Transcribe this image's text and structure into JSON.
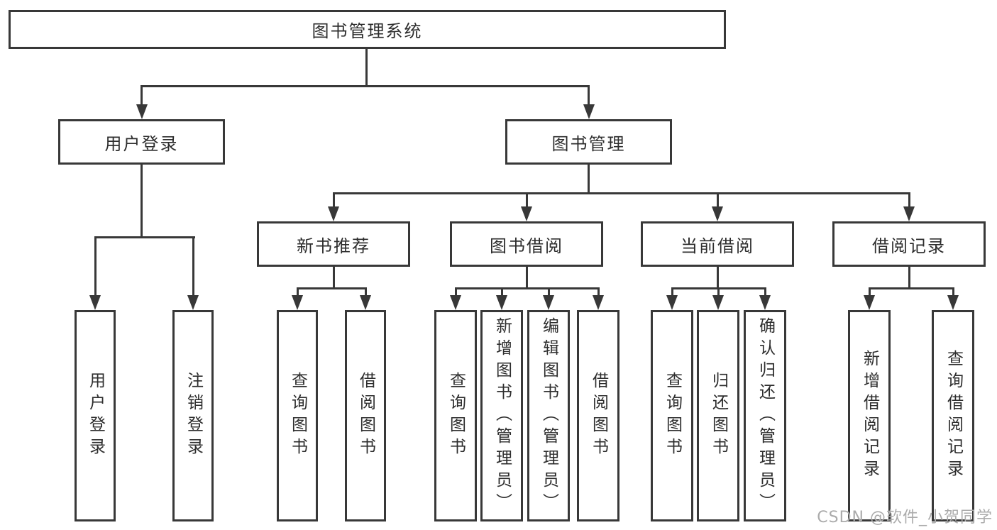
{
  "diagram_type": "hierarchy-tree",
  "colors": {
    "line": "#383838",
    "box_background": "#ffffff",
    "text": "#2d2d2d",
    "watermark": "#ababab"
  },
  "tree": {
    "label": "图书管理系统",
    "children": [
      {
        "label": "用户登录",
        "children": [
          {
            "label": "用户登录"
          },
          {
            "label": "注销登录"
          }
        ]
      },
      {
        "label": "图书管理",
        "children": [
          {
            "label": "新书推荐",
            "children": [
              {
                "label": "查询图书"
              },
              {
                "label": "借阅图书"
              }
            ]
          },
          {
            "label": "图书借阅",
            "children": [
              {
                "label": "查询图书"
              },
              {
                "label": "新增图书（管理员）"
              },
              {
                "label": "编辑图书（管理员）"
              },
              {
                "label": "借阅图书"
              }
            ]
          },
          {
            "label": "当前借阅",
            "children": [
              {
                "label": "查询图书"
              },
              {
                "label": "归还图书"
              },
              {
                "label": "确认归还（管理员）"
              }
            ]
          },
          {
            "label": "借阅记录",
            "children": [
              {
                "label": "新增借阅记录"
              },
              {
                "label": "查询借阅记录"
              }
            ]
          }
        ]
      }
    ]
  },
  "watermark": {
    "text": "CSDN @软件_小贺同学"
  }
}
